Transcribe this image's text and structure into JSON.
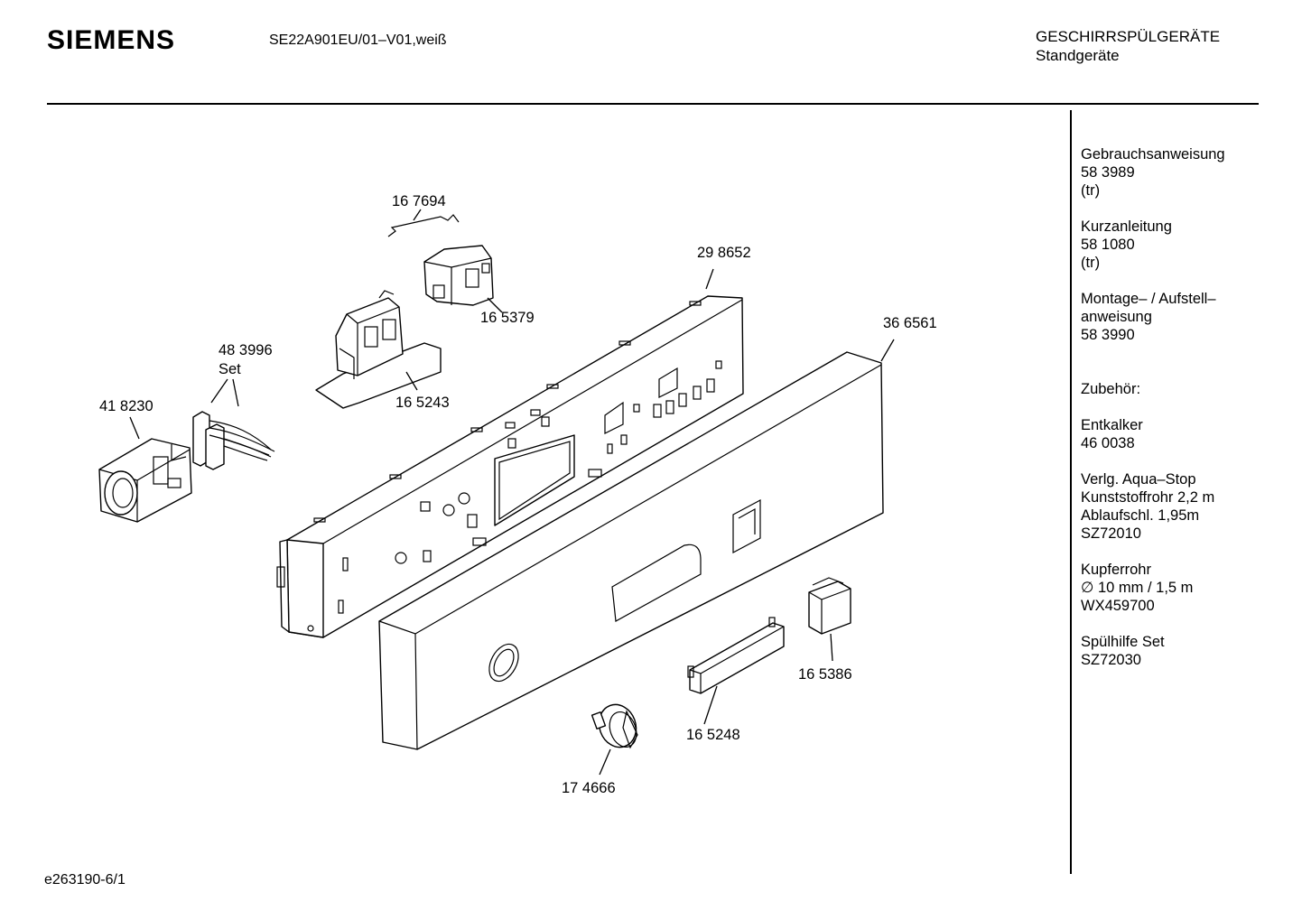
{
  "header": {
    "brand": "SIEMENS",
    "model": "SE22A901EU/01–V01,weiß",
    "category": "GESCHIRRSPÜLGERÄTE",
    "subcategory": "Standgeräte"
  },
  "footer": {
    "code": "e263190-6/1"
  },
  "sidebar": {
    "groups": [
      {
        "lines": [
          "Gebrauchsanweisung",
          "58 3989",
          "(tr)"
        ]
      },
      {
        "lines": [
          "Kurzanleitung",
          "58 1080",
          "(tr)"
        ]
      },
      {
        "lines": [
          "Montage– / Aufstell–",
          "anweisung",
          "58 3990"
        ]
      },
      {
        "lines": [
          "Zubehör:"
        ]
      },
      {
        "lines": [
          "Entkalker",
          "46 0038"
        ]
      },
      {
        "lines": [
          "Verlg. Aqua–Stop",
          "Kunststoffrohr 2,2 m",
          "Ablaufschl. 1,95m",
          "SZ72010"
        ]
      },
      {
        "lines": [
          "Kupferrohr",
          "∅ 10 mm / 1,5 m",
          "WX459700"
        ]
      },
      {
        "lines": [
          "Spülhilfe Set",
          "SZ72030"
        ]
      }
    ]
  },
  "parts": {
    "p167694": "16 7694",
    "p298652": "29 8652",
    "p165379": "16 5379",
    "p366561": "36 6561",
    "p483996": "48 3996",
    "p483996_sub": "Set",
    "p418230": "41 8230",
    "p165243": "16 5243",
    "p165386": "16 5386",
    "p165248": "16 5248",
    "p174666": "17 4666"
  }
}
